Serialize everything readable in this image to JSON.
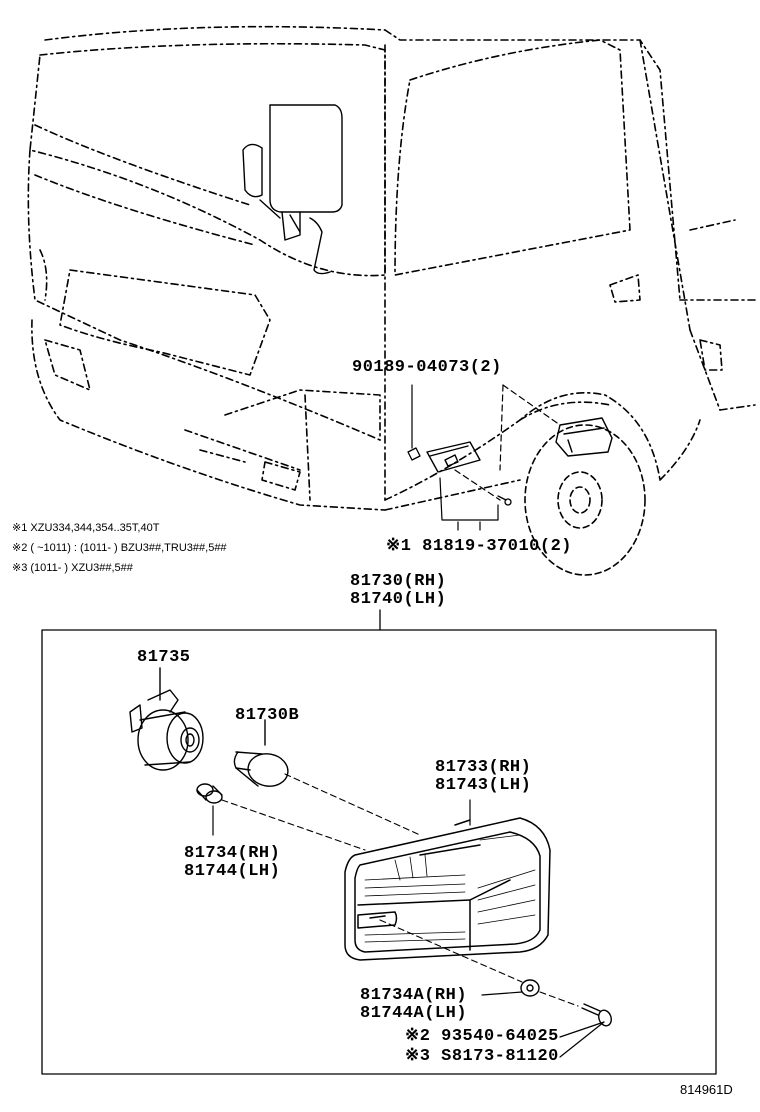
{
  "notes": [
    "※1 XZU334,344,354..35T,40T",
    "※2 (        ~1011) : (1011-        ) BZU3##,TRU3##,5##",
    "※3 (1011-        ) XZU3##,5##"
  ],
  "parts": {
    "clip_bolt": "90189-04073(2)",
    "screw_top": "※1 81819-37010(2)",
    "assy_rh": "81730(RH)",
    "assy_lh": "81740(LH)",
    "socket": "81735",
    "bulb": "81730B",
    "lens_rh": "81733(RH)",
    "lens_lh": "81743(LH)",
    "gasket_rh": "81734(RH)",
    "gasket_lh": "81744(LH)",
    "washer_rh": "81734A(RH)",
    "washer_lh": "81744A(LH)",
    "screw_2": "※2 93540-64025",
    "screw_3": "※3 S8173-81120"
  },
  "reference": "814961D"
}
